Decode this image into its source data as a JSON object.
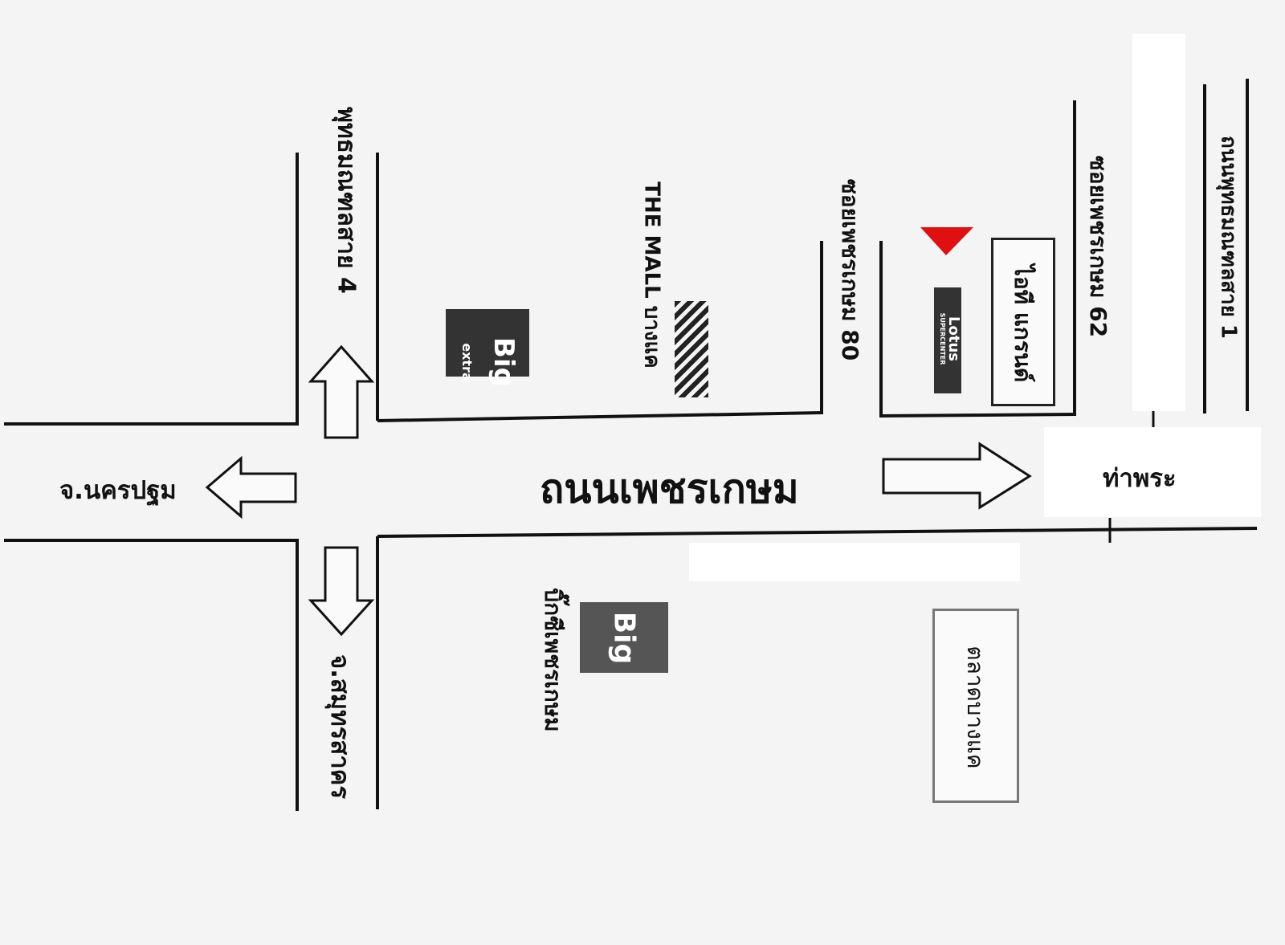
{
  "roads": {
    "main": "ถนนเพชรเกษม",
    "road_left_top": "พุทธมณฑลสาย 4",
    "soi_80": "ซอยเพชรเกษม 80",
    "soi_62": "ซอยเพชรเกษม 62",
    "road_right": "ถนนพุทธมณฑลสาย 1"
  },
  "directions": {
    "west": "จ.นครปฐม",
    "south": "จ.สมุทรสาคร",
    "east": "ท่าพระ"
  },
  "landmarks": {
    "the_mall": "THE MALL บางแค",
    "big_c_extra_brand": "Big",
    "big_c_extra_sub": "extra",
    "big_c_brand": "Big",
    "big_c_petchkasem": "บิ๊กซีเพชรเกษม",
    "lotus_brand": "Lotus",
    "lotus_sub": "SUPERCENTER",
    "it_grand": "ไอที แกรนด์",
    "bangkae_market": "ตลาดบางแค"
  },
  "colors": {
    "marker": "#e01010",
    "ink": "#111111"
  }
}
